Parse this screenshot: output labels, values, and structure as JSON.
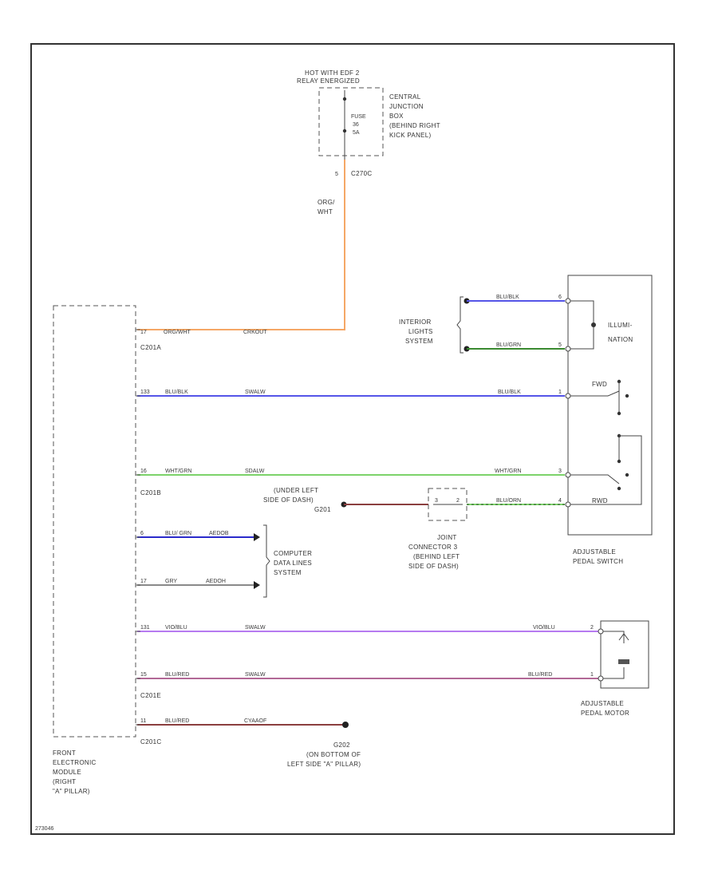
{
  "colors": {
    "orange": "#F5A766",
    "blue": "#5555E8",
    "green": "#7CD36A",
    "violet": "#B67AF0",
    "pink": "#B26896",
    "brown": "#8B3F3F",
    "navy": "#2A2ACB",
    "gray": "#8A8A8A",
    "frame": "#333333"
  },
  "fuse_box": {
    "note_line1": "HOT WITH EDF 2",
    "note_line2": "RELAY ENERGIZED",
    "fuse_name": "FUSE",
    "fuse_number": "36",
    "fuse_rating": "5A",
    "desc_line1": "CENTRAL",
    "desc_line2": "JUNCTION",
    "desc_line3": "BOX",
    "desc_line4": "(BEHIND RIGHT",
    "desc_line5": "KICK PANEL)",
    "pin": "5",
    "connector": "C270C"
  },
  "feed_wire": {
    "line1": "ORG/",
    "line2": "WHT"
  },
  "fem": {
    "line1": "FRONT",
    "line2": "ELECTRONIC",
    "line3": "MODULE",
    "line4": "(RIGHT",
    "line5": "\"A\" PILLAR)"
  },
  "connectors": {
    "c2": "C201A",
    "c3": "C201B",
    "c5": "C201E",
    "c6": "C201C"
  },
  "rows": {
    "r1": {
      "pin": "17",
      "code1": "ORG/WHT",
      "code2": "CRKOUT"
    },
    "r2": {
      "pin": "133",
      "code1": "BLU/BLK",
      "code2": "SWALW",
      "code3": "BLU/BLK",
      "pin_r": "1"
    },
    "r3": {
      "pin": "16",
      "code1": "WHT/GRN",
      "code2": "SDALW",
      "code3": "WHT/GRN",
      "pin_r": "3"
    },
    "r4": {
      "code1": "BLU/ORN",
      "pin_r": "4"
    },
    "r5": {
      "pin": "6",
      "code1": "BLU/ GRN",
      "code2": "AEDOB"
    },
    "r6": {
      "pin": "17",
      "code1": "GRY",
      "code2": "AEDOH"
    },
    "r7": {
      "pin": "131",
      "code1": "VIO/BLU",
      "code2": "SWALW",
      "code3": "VIO/BLU",
      "pin_r": "2"
    },
    "r8": {
      "pin": "15",
      "code1": "BLU/RED",
      "code2": "SWALW",
      "code3": "BLU/RED",
      "pin_r": "1"
    },
    "r9": {
      "pin": "11",
      "code1": "BLU/RED",
      "code2": "CYAAOF"
    }
  },
  "interior": {
    "line1": "INTERIOR",
    "line2": "LIGHTS",
    "line3": "SYSTEM",
    "wire_top": "BLU/BLK",
    "wire_bottom": "BLU/GRN",
    "pin_top": "6",
    "pin_bottom": "5"
  },
  "pedal_switch": {
    "illum_line1": "ILLUMI-",
    "illum_line2": "NATION",
    "fwd": "FWD",
    "rwd": "RWD",
    "name_line1": "ADJUSTABLE",
    "name_line2": "PEDAL SWITCH"
  },
  "ground_g201": {
    "line1": "(UNDER LEFT",
    "line2": "SIDE OF DASH)",
    "line3": "G201"
  },
  "joint": {
    "line1": "JOINT",
    "line2": "CONNECTOR 3",
    "line3": "(BEHIND LEFT",
    "line4": "SIDE OF DASH)",
    "pin_l": "3",
    "pin_r": "2"
  },
  "computer": {
    "line1": "COMPUTER",
    "line2": "DATA LINES",
    "line3": "SYSTEM"
  },
  "pedal_motor": {
    "name_line1": "ADJUSTABLE",
    "name_line2": "PEDAL MOTOR"
  },
  "ground_g202": {
    "line1": "G202",
    "line2": "(ON BOTTOM OF",
    "line3": "LEFT SIDE \"A\" PILLAR)"
  },
  "figure_id": "273046"
}
